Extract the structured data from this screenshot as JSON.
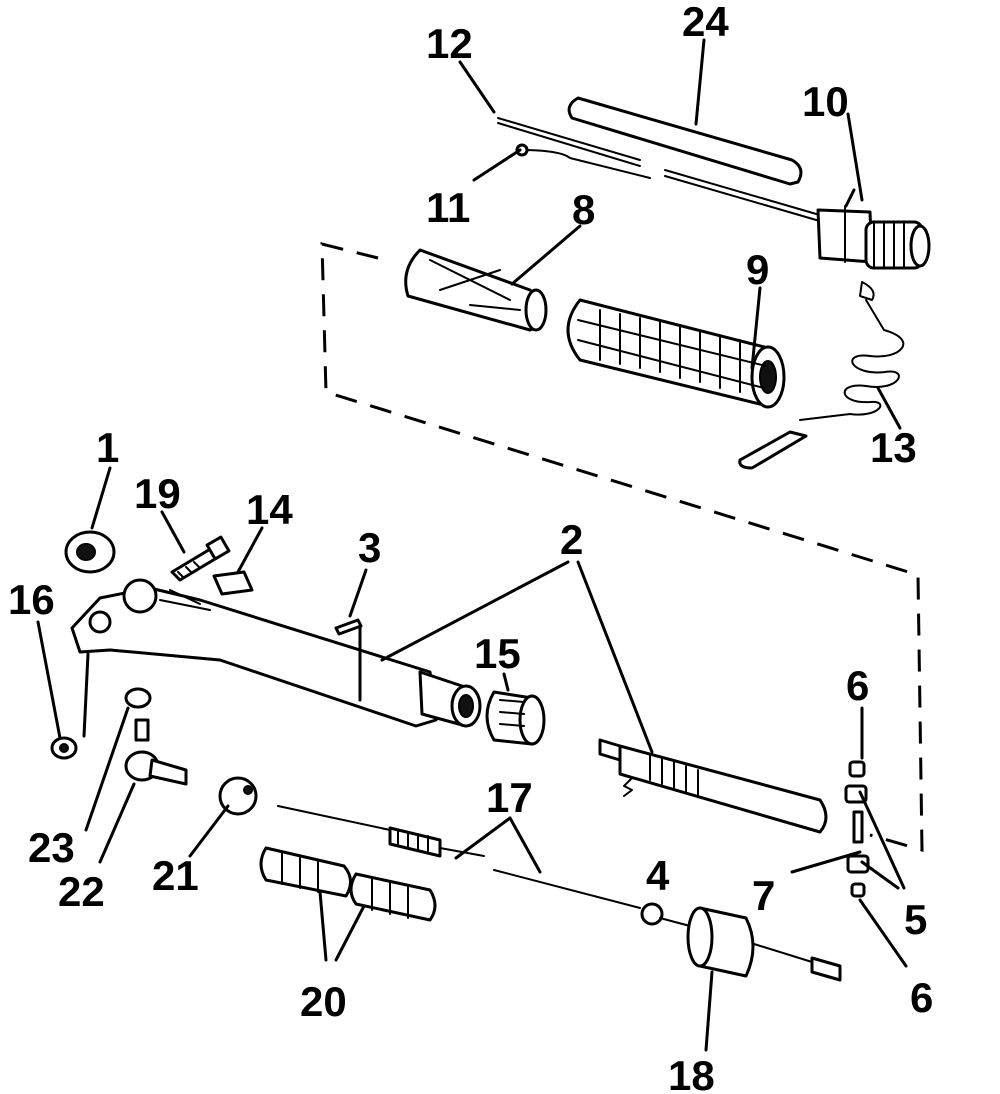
{
  "callouts": {
    "c1": "1",
    "c2": "2",
    "c3": "3",
    "c4": "4",
    "c5": "5",
    "c6a": "6",
    "c6b": "6",
    "c7": "7",
    "c8": "8",
    "c9": "9",
    "c10": "10",
    "c11": "11",
    "c12": "12",
    "c13": "13",
    "c14": "14",
    "c15": "15",
    "c16": "16",
    "c17": "17",
    "c18": "18",
    "c19": "19",
    "c20": "20",
    "c21": "21",
    "c22": "22",
    "c23": "23",
    "c24": "24"
  }
}
